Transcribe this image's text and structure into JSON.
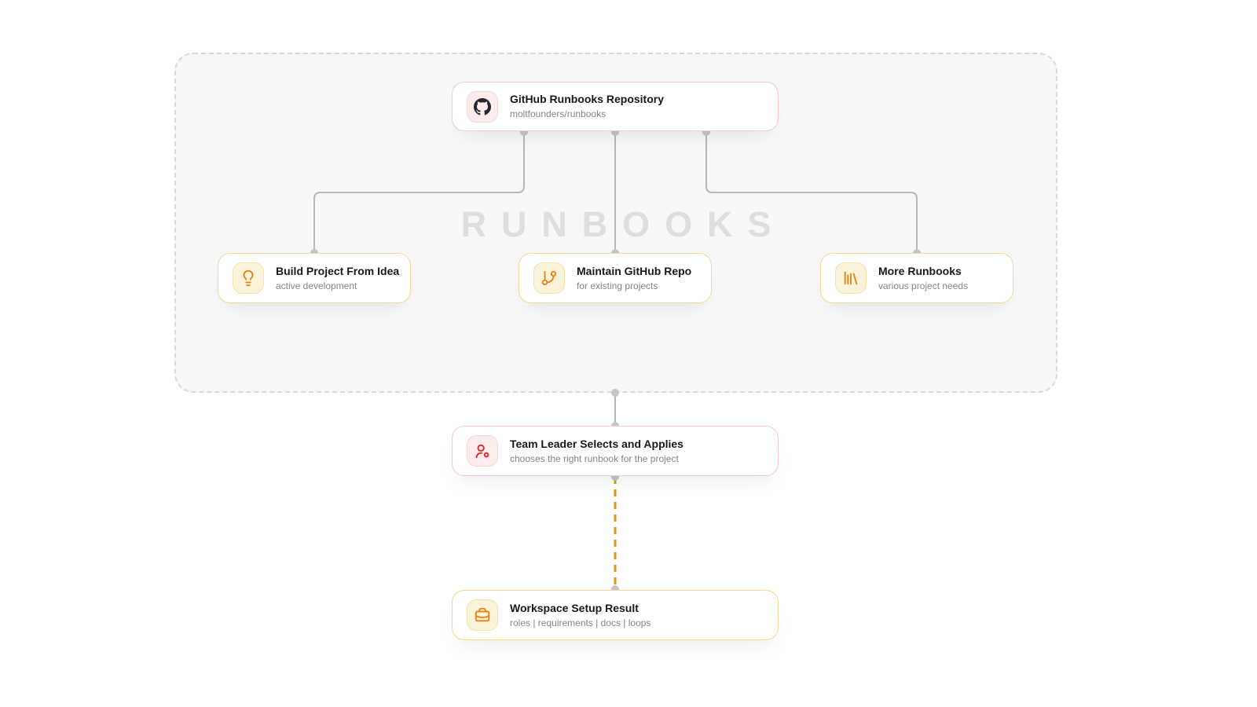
{
  "watermark": "RUNBOOKS",
  "colors": {
    "page_background": "#ffffff",
    "group_fill": "#f7f7f8",
    "group_border": "#d9d9de",
    "pink_border": "#f7c9c9",
    "yellow_border": "#f1db8e",
    "orange_border": "#f4d88c",
    "edge_gray": "#b6b6bd",
    "edge_orange_dashed": "#E8960C",
    "handle_dot": "#c4c4cb",
    "github_icon": "#24292f",
    "red_icon": "#dc2626",
    "orange_icon": "#e8820c",
    "title_text": "#18181b",
    "subtitle_text": "#83838d",
    "watermark_text": "#dedee2"
  },
  "nodes": [
    {
      "id": "github-runbooks-repository",
      "title": "GitHub Runbooks Repository",
      "subtitle": "moltfounders/runbooks",
      "icon": "github-icon",
      "theme": "pink"
    },
    {
      "id": "build-project-from-idea",
      "title": "Build Project From Idea",
      "subtitle": "active development",
      "icon": "lightbulb-icon",
      "theme": "yellow"
    },
    {
      "id": "maintain-github-repo",
      "title": "Maintain GitHub Repo",
      "subtitle": "for existing projects",
      "icon": "git-branch-icon",
      "theme": "yellow"
    },
    {
      "id": "more-runbooks",
      "title": "More Runbooks",
      "subtitle": "various project needs",
      "icon": "library-icon",
      "theme": "yellow"
    },
    {
      "id": "team-leader-selects-and-applies",
      "title": "Team Leader Selects and Applies",
      "subtitle": "chooses the right runbook for the project",
      "icon": "user-cog-icon",
      "theme": "pink"
    },
    {
      "id": "workspace-setup-result",
      "title": "Workspace Setup Result",
      "subtitle": "roles | requirements | docs | loops",
      "icon": "briefcase-icon",
      "theme": "orange"
    }
  ],
  "edges": [
    {
      "from": "github-runbooks-repository",
      "to": "build-project-from-idea",
      "style": "solid",
      "color": "#b6b6bd"
    },
    {
      "from": "github-runbooks-repository",
      "to": "maintain-github-repo",
      "style": "solid",
      "color": "#b6b6bd"
    },
    {
      "from": "github-runbooks-repository",
      "to": "more-runbooks",
      "style": "solid",
      "color": "#b6b6bd"
    },
    {
      "from": "runbooks-group",
      "to": "team-leader-selects-and-applies",
      "style": "solid",
      "color": "#b6b6bd"
    },
    {
      "from": "team-leader-selects-and-applies",
      "to": "workspace-setup-result",
      "style": "dashed",
      "color": "#E8960C"
    }
  ]
}
